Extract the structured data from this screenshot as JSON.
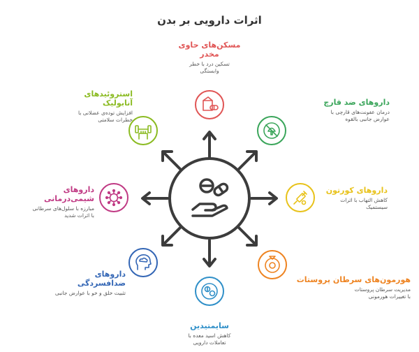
{
  "title": "اثرات دارویی بر بدن",
  "center": {
    "icon": "pills-in-hand-icon"
  },
  "items": [
    {
      "key": "analgesic",
      "title_lines": [
        "مسکن‌های حاوی",
        "مخدر"
      ],
      "desc_lines": [
        "تسکین درد با خطر",
        "وابستگی"
      ],
      "color": "#e05555",
      "icon": "pill-box-icon"
    },
    {
      "key": "antifungal",
      "title_lines": [
        "داروهای ضد قارچ"
      ],
      "desc_lines": [
        "درمان عفونت‌های قارچی با",
        "عوارض جانبی بالقوه"
      ],
      "color": "#3aa55a",
      "icon": "no-fungus-icon"
    },
    {
      "key": "corticosteroid",
      "title_lines": [
        "داروهای کورتون"
      ],
      "desc_lines": [
        "کاهش التهاب با اثرات",
        "سیستمیک"
      ],
      "color": "#e8c21a",
      "icon": "syringe-icon"
    },
    {
      "key": "prostate",
      "title_lines": [
        "هورمون‌های سرطان پروستات"
      ],
      "desc_lines": [
        "مدیریت سرطان پروستات",
        "با تغییرات هورمونی"
      ],
      "color": "#ee8422",
      "icon": "hormone-icon"
    },
    {
      "key": "antacid",
      "title_lines": [
        "سایمتیدین"
      ],
      "desc_lines": [
        "کاهش اسید معده با",
        "تعاملات دارویی"
      ],
      "color": "#2f8fc8",
      "icon": "tablets-icon"
    },
    {
      "key": "antidepressant",
      "title_lines": [
        "داروهای",
        "ضدافسردگی"
      ],
      "desc_lines": [
        "تثبیت خلق و خو با عوارض جانبی"
      ],
      "color": "#3366b5",
      "icon": "head-cloud-icon"
    },
    {
      "key": "chemo",
      "title_lines": [
        "داروهای",
        "شیمی‌درمانی"
      ],
      "desc_lines": [
        "مبارزه با سلول‌های سرطانی",
        "با اثرات شدید"
      ],
      "color": "#c03a84",
      "icon": "virus-cell-icon"
    },
    {
      "key": "steroid",
      "title_lines": [
        "استروئیدهای",
        "آنابولیک"
      ],
      "desc_lines": [
        "افزایش توده‌ی عضلانی با",
        "خطرات سلامتی"
      ],
      "color": "#8bbb22",
      "icon": "dumbbell-hand-icon"
    }
  ]
}
